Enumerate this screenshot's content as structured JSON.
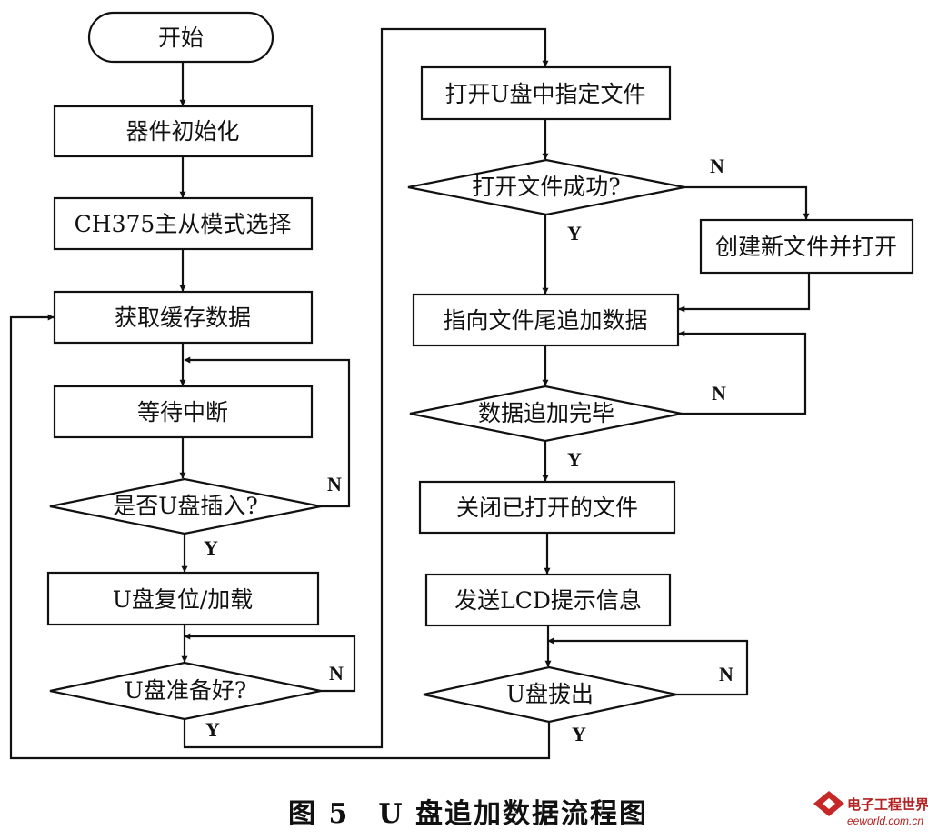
{
  "caption": "图 5　U 盘追加数据流程图",
  "nodes": {
    "start": "开始",
    "init": "器件初始化",
    "mode": "CH375主从模式选择",
    "getdata": "获取缓存数据",
    "wait": "等待中断",
    "inserted": "是否U盘插入?",
    "reset": "U盘复位/加载",
    "ready": "U盘准备好?",
    "openfile": "打开U盘中指定文件",
    "opensuccess": "打开文件成功?",
    "createfile": "创建新文件并打开",
    "append": "指向文件尾追加数据",
    "appenddone": "数据追加完毕",
    "closefile": "关闭已打开的文件",
    "sendlcd": "发送LCD提示信息",
    "unplug": "U盘拔出"
  },
  "labels": {
    "yes": "Y",
    "no": "N"
  },
  "watermark": {
    "title": "电子工程世界",
    "url": "eeworld.com.cn"
  }
}
